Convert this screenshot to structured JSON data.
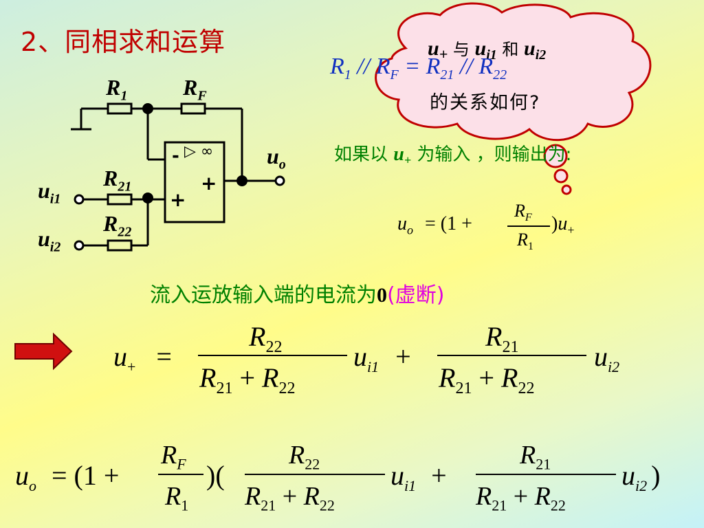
{
  "title": "2、同相求和运算",
  "circuit": {
    "r1": "R",
    "r1_sub": "1",
    "rf": "R",
    "rf_sub": "F",
    "r21": "R",
    "r21_sub": "21",
    "r22": "R",
    "r22_sub": "22",
    "ui1": "u",
    "ui1_sub": "i1",
    "ui2": "u",
    "ui2_sub": "i2",
    "uo": "u",
    "uo_sub": "o",
    "minus_sign": "-",
    "plus_sign": "+",
    "plus_sign_out": "+",
    "opamp_symbol": "▷ ∞"
  },
  "cloud": {
    "line1_a": "u",
    "line1_a_sub": "+",
    "line1_yu": " 与 ",
    "line1_b": "u",
    "line1_b_sub": "i1",
    "line1_he": " 和 ",
    "line1_c": "u",
    "line1_c_sub": "i2",
    "line2": "的关系如何?"
  },
  "parallel_eq": {
    "r1": "R",
    "r1_sub": "1",
    "sep1": " // ",
    "rf": "R",
    "rf_sub": "F",
    "eq": " = ",
    "r21": "R",
    "r21_sub": "21",
    "sep2": " // ",
    "r22": "R",
    "r22_sub": "22"
  },
  "input_text": {
    "prefix": "如果以 ",
    "var": "u",
    "var_sub": "+",
    "middle": " 为输入 ，",
    "suffix": "则输出为:"
  },
  "small_formula": {
    "lhs": "u",
    "lhs_sub": "o",
    "eq": "= (1 +",
    "num": "R",
    "num_sub": "F",
    "den": "R",
    "den_sub": "1",
    "rhs": ")u",
    "rhs_sub": "+"
  },
  "note": {
    "main": "流入运放输入端的电流为",
    "zero": "0",
    "paren_open": "(",
    "virtual": "虚断",
    "paren_close": ")"
  },
  "formula1": {
    "lhs": "u",
    "lhs_sub": "+",
    "eq": "=",
    "frac1_num": "R",
    "frac1_num_sub": "22",
    "frac1_den_a": "R",
    "frac1_den_a_sub": "21",
    "frac1_den_plus": "+",
    "frac1_den_b": "R",
    "frac1_den_b_sub": "22",
    "term1": "u",
    "term1_sub": "i1",
    "plus": "+",
    "frac2_num": "R",
    "frac2_num_sub": "21",
    "frac2_den_a": "R",
    "frac2_den_a_sub": "21",
    "frac2_den_plus": "+",
    "frac2_den_b": "R",
    "frac2_den_b_sub": "22",
    "term2": "u",
    "term2_sub": "i2"
  },
  "formula2": {
    "lhs": "u",
    "lhs_sub": "o",
    "eq": "= (1 +",
    "f_num": "R",
    "f_num_sub": "F",
    "f_den": "R",
    "f_den_sub": "1",
    "mid": ")(",
    "frac1_num": "R",
    "frac1_num_sub": "22",
    "frac1_den_a": "R",
    "frac1_den_a_sub": "21",
    "frac1_den_plus": "+",
    "frac1_den_b": "R",
    "frac1_den_b_sub": "22",
    "term1": "u",
    "term1_sub": "i1",
    "plus": "+",
    "frac2_num": "R",
    "frac2_num_sub": "21",
    "frac2_den_a": "R",
    "frac2_den_a_sub": "21",
    "frac2_den_plus": "+",
    "frac2_den_b": "R",
    "frac2_den_b_sub": "22",
    "term2": "u",
    "term2_sub": "i2",
    "close": ")"
  },
  "colors": {
    "title": "#c00000",
    "green_text": "#008000",
    "magenta_text": "#e000e0",
    "blue_text": "#1030c0",
    "arrow": "#d01010"
  },
  "icons": [
    "right-arrow-icon",
    "thought-cloud"
  ]
}
